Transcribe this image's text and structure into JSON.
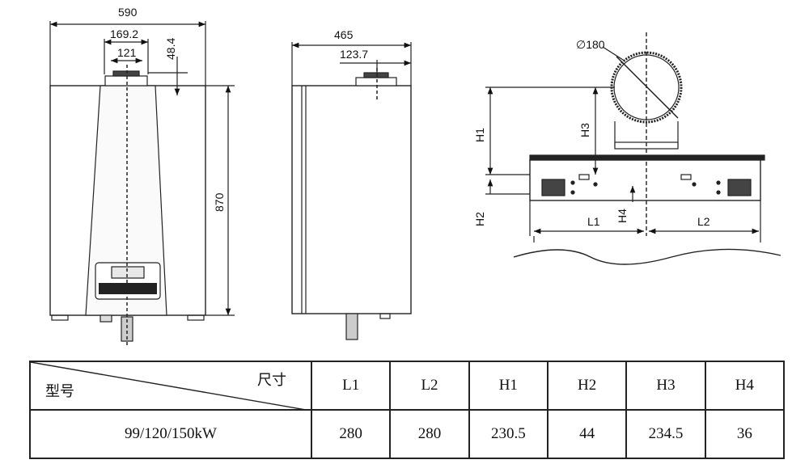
{
  "front_view": {
    "width_dim": "590",
    "flue_outer_dim": "169.2",
    "flue_inner_dim": "121",
    "flue_height_dim": "48.4",
    "height_dim": "870"
  },
  "side_view": {
    "depth_dim": "465",
    "flue_offset_dim": "123.7"
  },
  "install_view": {
    "pipe_dia_dim": "∅180",
    "labels": {
      "h1": "H1",
      "h2": "H2",
      "h3": "H3",
      "h4": "H4",
      "l1": "L1",
      "l2": "L2"
    }
  },
  "table": {
    "header_top_right": "尺寸",
    "header_bottom_left": "型号",
    "columns": [
      "L1",
      "L2",
      "H1",
      "H2",
      "H3",
      "H4"
    ],
    "rows": [
      {
        "model": "99/120/150kW",
        "values": [
          "280",
          "280",
          "230.5",
          "44",
          "234.5",
          "36"
        ]
      }
    ]
  }
}
